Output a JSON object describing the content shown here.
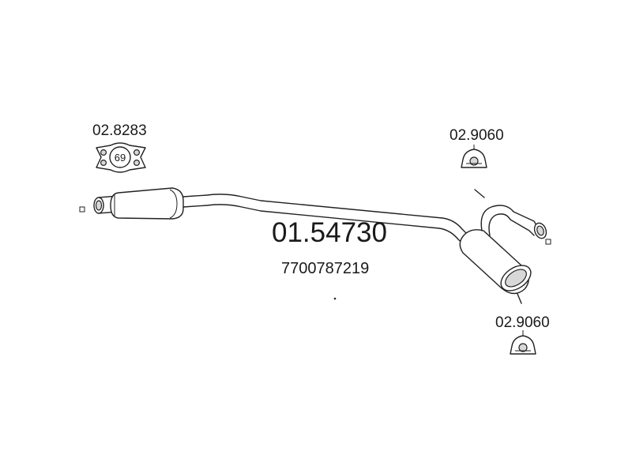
{
  "diagram": {
    "main_part_number": "01.54730",
    "oem_number": "7700787219",
    "gasket": {
      "part_number": "02.8283",
      "size_label": "69"
    },
    "hanger_upper": {
      "part_number": "02.9060"
    },
    "hanger_lower": {
      "part_number": "02.9060"
    }
  },
  "icons": [
    "exhaust-pipe-icon",
    "gasket-icon",
    "rubber-hanger-icon"
  ]
}
